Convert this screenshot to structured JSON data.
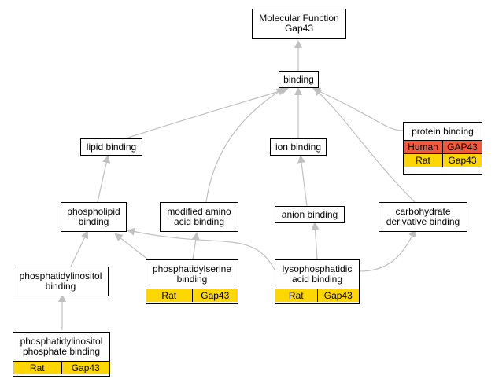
{
  "colors": {
    "edge": "#c0c0c0",
    "rat_row": "#ffd700",
    "human_row": "#f05a3c"
  },
  "nodes": {
    "mf": {
      "label": "Molecular Function\nGap43"
    },
    "binding": {
      "label": "binding"
    },
    "lipid": {
      "label": "lipid binding"
    },
    "ion": {
      "label": "ion binding"
    },
    "protein": {
      "label": "protein binding",
      "rows": [
        {
          "species": "Human",
          "gene": "GAP43"
        },
        {
          "species": "Rat",
          "gene": "Gap43"
        }
      ]
    },
    "phospholipid": {
      "label": "phospholipid\nbinding"
    },
    "modaa": {
      "label": "modified amino\nacid binding"
    },
    "anion": {
      "label": "anion binding"
    },
    "carb": {
      "label": "carbohydrate\nderivative binding"
    },
    "pi": {
      "label": "phosphatidylinositol\nbinding"
    },
    "ps": {
      "label": "phosphatidylserine\nbinding",
      "rows": [
        {
          "species": "Rat",
          "gene": "Gap43"
        }
      ]
    },
    "lpa": {
      "label": "lysophosphatidic\nacid binding",
      "rows": [
        {
          "species": "Rat",
          "gene": "Gap43"
        }
      ]
    },
    "pip": {
      "label": "phosphatidylinositol\nphosphate binding",
      "rows": [
        {
          "species": "Rat",
          "gene": "Gap43"
        }
      ]
    }
  }
}
